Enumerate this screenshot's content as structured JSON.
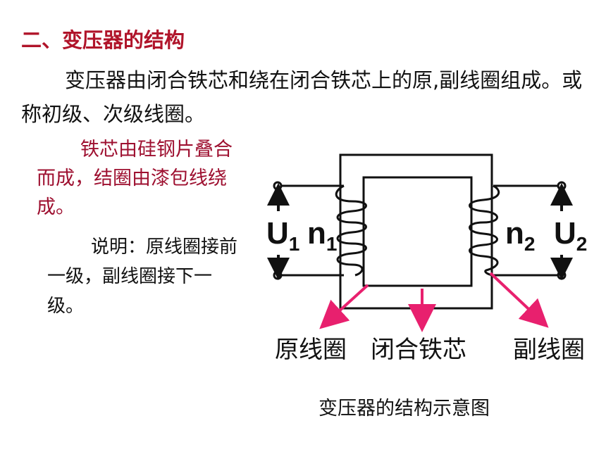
{
  "heading": "二、变压器的结构",
  "intro": "变压器由闭合铁芯和绕在闭合铁芯上的原,副线圈组成。或称初级、次级线圈。",
  "core_note": "铁芯由硅钢片叠合而成，结圈由漆包线绕成。",
  "explanation": "说明：原线圈接前一级，副线圈接下一级。",
  "diagram": {
    "u1": "U",
    "u1_sub": "1",
    "n1": "n",
    "n1_sub": "1",
    "n2": "n",
    "n2_sub": "2",
    "u2": "U",
    "u2_sub": "2",
    "label_primary": "原线圈",
    "label_core": "闭合铁芯",
    "label_secondary": "副线圈",
    "caption": "变压器的结构示意图",
    "arrow_color": "#e8206e"
  }
}
